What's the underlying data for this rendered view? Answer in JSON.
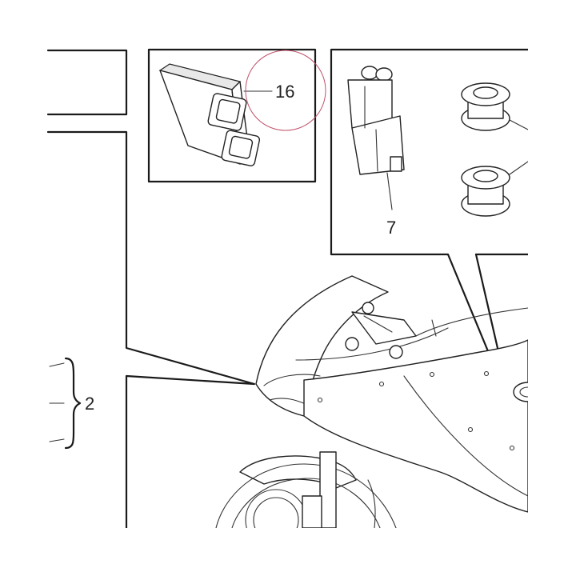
{
  "callouts": {
    "item_16": "16",
    "item_7": "7",
    "item_2": "2"
  },
  "colors": {
    "line": "#1a1a1a",
    "highlight_circle": "#c0506a",
    "background": "#ffffff"
  }
}
